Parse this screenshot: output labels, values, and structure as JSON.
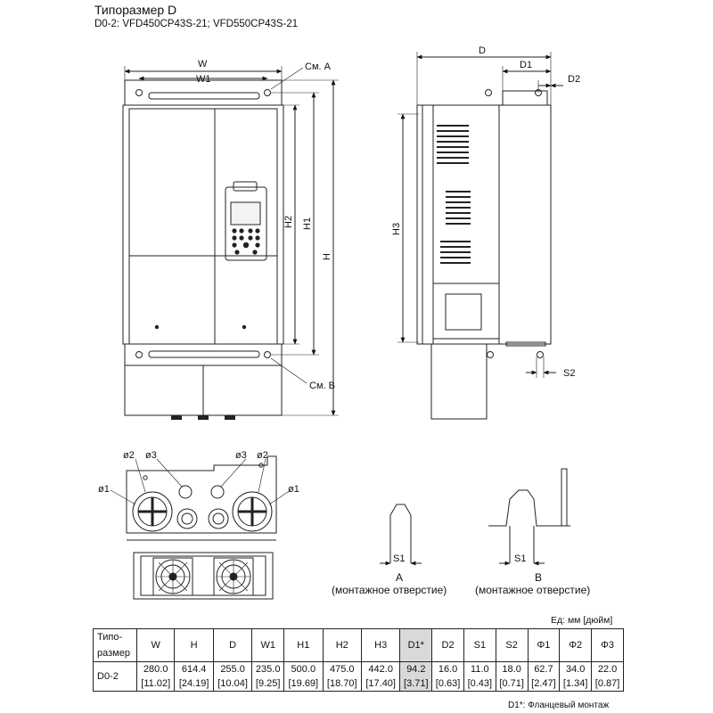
{
  "header": {
    "title": "Типоразмер D",
    "subtitle": "D0-2:   VFD450CP43S-21; VFD550CP43S-21"
  },
  "front_view": {
    "dims": {
      "W": "W",
      "W1": "W1",
      "H": "H",
      "H1": "H1",
      "H2": "H2"
    },
    "see_a": "См. A",
    "see_b": "См. B"
  },
  "side_view": {
    "dims": {
      "D": "D",
      "D1": "D1",
      "D2": "D2",
      "H3": "H3",
      "S2": "S2"
    }
  },
  "bottom_view": {
    "labels": {
      "phi1": "ø1",
      "phi2": "ø2",
      "phi3": "ø3"
    }
  },
  "details": {
    "a": {
      "letter": "A",
      "caption": "(монтажное отверстие)",
      "s1": "S1"
    },
    "b": {
      "letter": "B",
      "caption": "(монтажное отверстие)",
      "s1": "S1"
    }
  },
  "units": "Ед: мм [дюйм]",
  "table": {
    "headers": [
      "Типо-\nразмер",
      "W",
      "H",
      "D",
      "W1",
      "H1",
      "H2",
      "H3",
      "D1*",
      "D2",
      "S1",
      "S2",
      "Φ1",
      "Φ2",
      "Φ3"
    ],
    "highlight_column": "D1*",
    "rows": [
      {
        "frame": "D0-2",
        "mm": [
          "280.0",
          "614.4",
          "255.0",
          "235.0",
          "500.0",
          "475.0",
          "442.0",
          "94.2",
          "16.0",
          "11.0",
          "18.0",
          "62.7",
          "34.0",
          "22.0"
        ],
        "inch": [
          "[11.02]",
          "[24.19]",
          "[10.04]",
          "[9.25]",
          "[19.69]",
          "[18.70]",
          "[17.40]",
          "[3.71]",
          "[0.63]",
          "[0.43]",
          "[0.71]",
          "[2.47]",
          "[1.34]",
          "[0.87]"
        ]
      }
    ]
  },
  "footnote": "D1*: Фланцевый монтаж"
}
